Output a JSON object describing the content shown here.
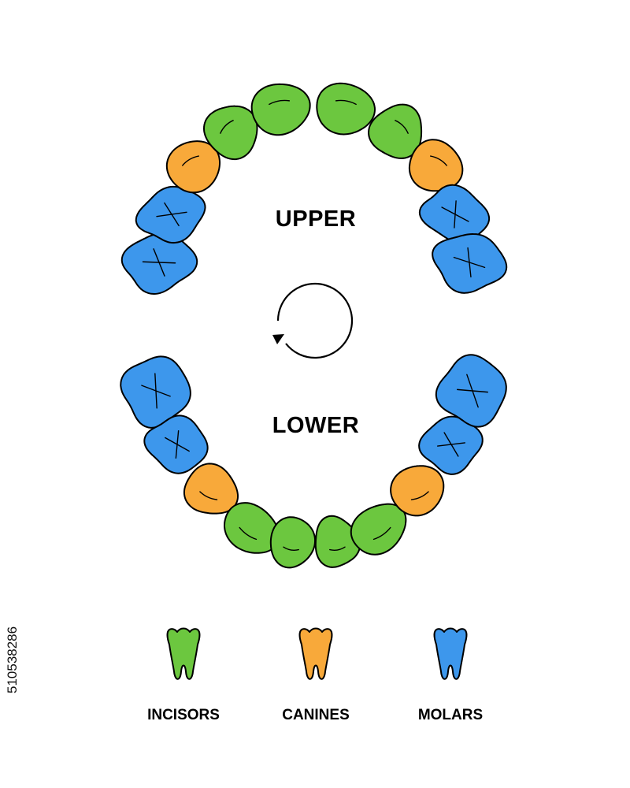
{
  "diagram": {
    "upper_label": "UPPER",
    "lower_label": "LOWER",
    "rotation_icon": "counterclockwise-arrow-icon"
  },
  "colors": {
    "incisors": "#6cc73f",
    "canines": "#f8a93a",
    "molars": "#3d97ec",
    "outline": "#000000"
  },
  "upper_arch": {
    "left_to_right": [
      "molar",
      "molar",
      "canine",
      "incisor",
      "incisor",
      "incisor",
      "incisor",
      "canine",
      "molar",
      "molar"
    ]
  },
  "lower_arch": {
    "left_to_right": [
      "molar",
      "molar",
      "canine",
      "incisor",
      "incisor",
      "incisor",
      "incisor",
      "canine",
      "molar",
      "molar"
    ]
  },
  "legend": [
    {
      "label": "INCISORS",
      "type": "incisors",
      "icon": "tooth-icon"
    },
    {
      "label": "CANINES",
      "type": "canines",
      "icon": "tooth-icon"
    },
    {
      "label": "MOLARS",
      "type": "molars",
      "icon": "tooth-icon"
    }
  ],
  "image_id": "510538286"
}
